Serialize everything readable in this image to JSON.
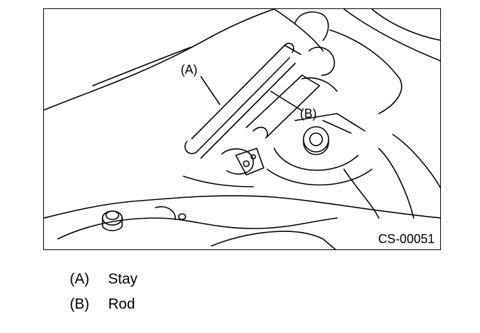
{
  "figure": {
    "callout_a": "(A)",
    "callout_b": "(B)",
    "code": "CS-00051"
  },
  "legend": [
    {
      "key": "(A)",
      "label": "Stay"
    },
    {
      "key": "(B)",
      "label": "Rod"
    }
  ]
}
